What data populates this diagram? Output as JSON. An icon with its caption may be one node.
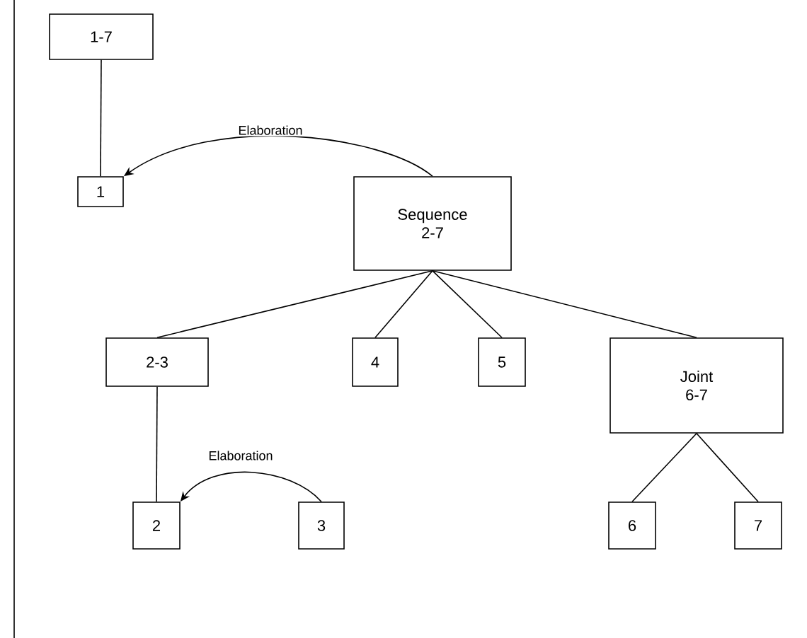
{
  "diagram": {
    "nodes": [
      {
        "text": [
          "1-7"
        ]
      },
      {
        "text": [
          "1"
        ]
      },
      {
        "text": [
          "Sequence",
          "2-7"
        ]
      },
      {
        "text": [
          "2-3"
        ]
      },
      {
        "text": [
          "4"
        ]
      },
      {
        "text": [
          "5"
        ]
      },
      {
        "text": [
          "Joint",
          "6-7"
        ]
      },
      {
        "text": [
          "2"
        ]
      },
      {
        "text": [
          "3"
        ]
      },
      {
        "text": [
          "6"
        ]
      },
      {
        "text": [
          "7"
        ]
      }
    ],
    "edges": [
      {
        "from": 0,
        "to": 1,
        "arrow": "none"
      },
      {
        "from": 2,
        "to": 1,
        "arrow": "to",
        "label": "Elaboration"
      },
      {
        "from": 2,
        "to": 3,
        "arrow": "none"
      },
      {
        "from": 2,
        "to": 4,
        "arrow": "none"
      },
      {
        "from": 2,
        "to": 5,
        "arrow": "none"
      },
      {
        "from": 2,
        "to": 6,
        "arrow": "none"
      },
      {
        "from": 3,
        "to": 7,
        "arrow": "none"
      },
      {
        "from": 8,
        "to": 7,
        "arrow": "to",
        "label": "Elaboration"
      },
      {
        "from": 6,
        "to": 9,
        "arrow": "none"
      },
      {
        "from": 6,
        "to": 10,
        "arrow": "none"
      }
    ]
  }
}
